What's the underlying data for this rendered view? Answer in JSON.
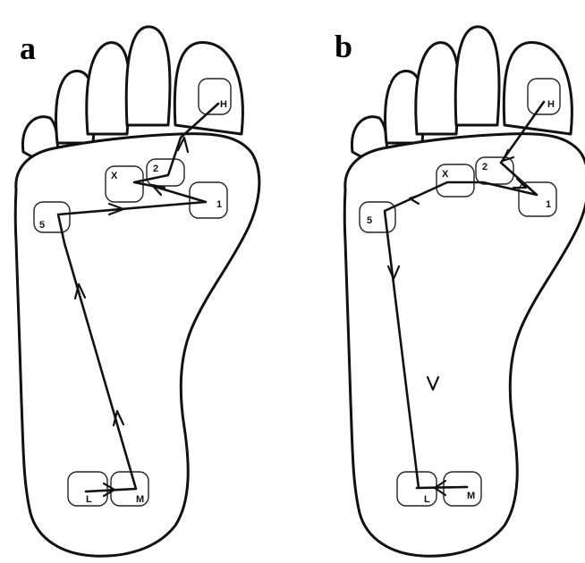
{
  "panels": [
    {
      "id": "a",
      "label": "a",
      "regions": {
        "H": "H",
        "two": "2",
        "X": "X",
        "one": "1",
        "five": "5",
        "L": "L",
        "M": "M"
      }
    },
    {
      "id": "b",
      "label": "b",
      "regions": {
        "H": "H",
        "two": "2",
        "X": "X",
        "one": "1",
        "five": "5",
        "L": "L",
        "M": "M"
      }
    }
  ]
}
